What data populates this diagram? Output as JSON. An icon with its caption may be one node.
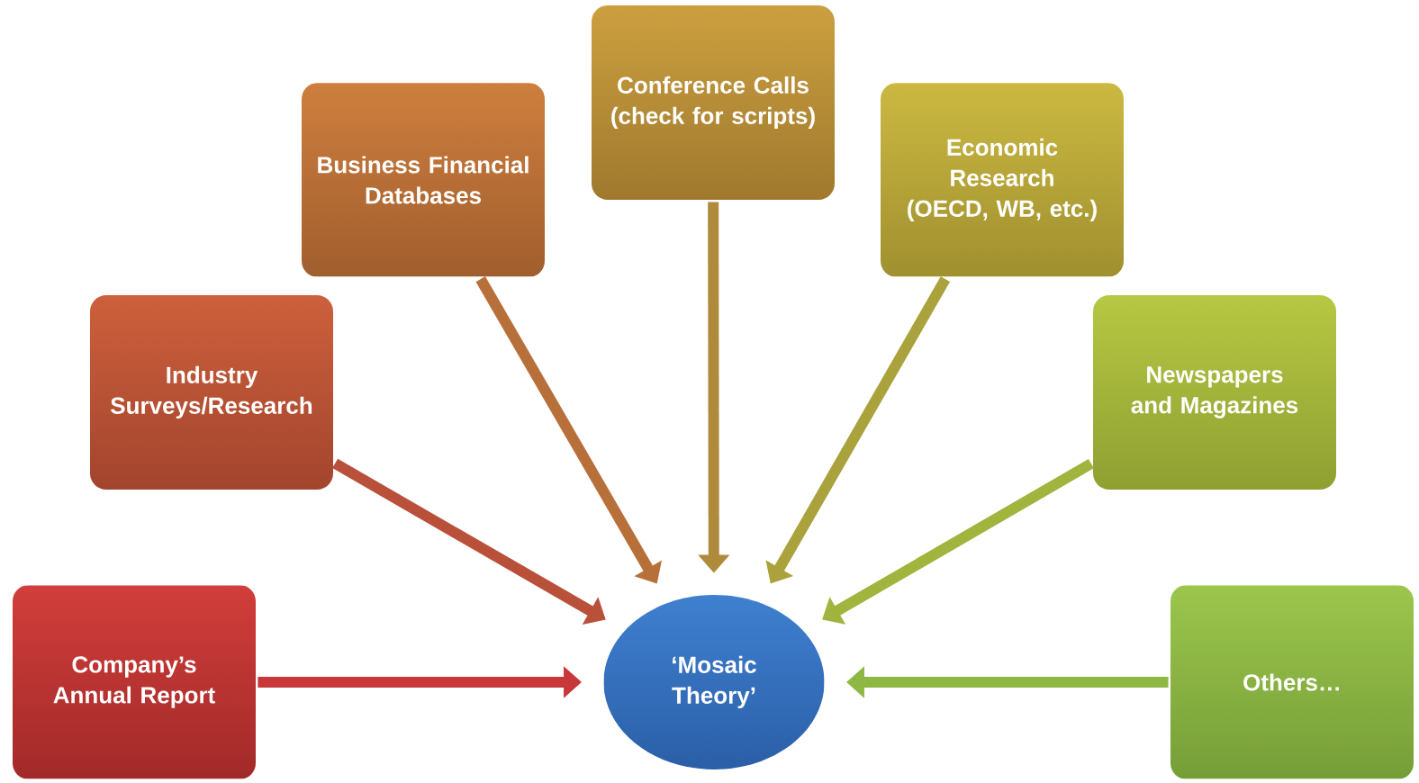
{
  "diagram": {
    "nodes": [
      {
        "text": [
          "Company’s Annual Report"
        ]
      },
      {
        "text": [
          "Industry Surveys/Research"
        ]
      },
      {
        "text": [
          "Business Financial Databases"
        ]
      },
      {
        "text": [
          "Conference Calls (check for scripts)"
        ]
      },
      {
        "text": [
          "Economic Research (OECD, WB, etc.)"
        ]
      },
      {
        "text": [
          "Newspapers and Magazines"
        ]
      },
      {
        "text": [
          "Others…"
        ]
      },
      {
        "text": [
          "‘Mosaic Theory’"
        ]
      }
    ],
    "edges": [
      {
        "from": 0,
        "to": 7,
        "arrow": "to",
        "color": "#c8383a"
      },
      {
        "from": 1,
        "to": 7,
        "arrow": "to",
        "color": "#b8503a"
      },
      {
        "from": 2,
        "to": 7,
        "arrow": "to",
        "color": "#b8703a"
      },
      {
        "from": 3,
        "to": 7,
        "arrow": "to",
        "color": "#b08a3c"
      },
      {
        "from": 4,
        "to": 7,
        "arrow": "to",
        "color": "#aaa23c"
      },
      {
        "from": 5,
        "to": 7,
        "arrow": "to",
        "color": "#a0b43e"
      },
      {
        "from": 6,
        "to": 7,
        "arrow": "to",
        "color": "#8eb844"
      }
    ]
  }
}
